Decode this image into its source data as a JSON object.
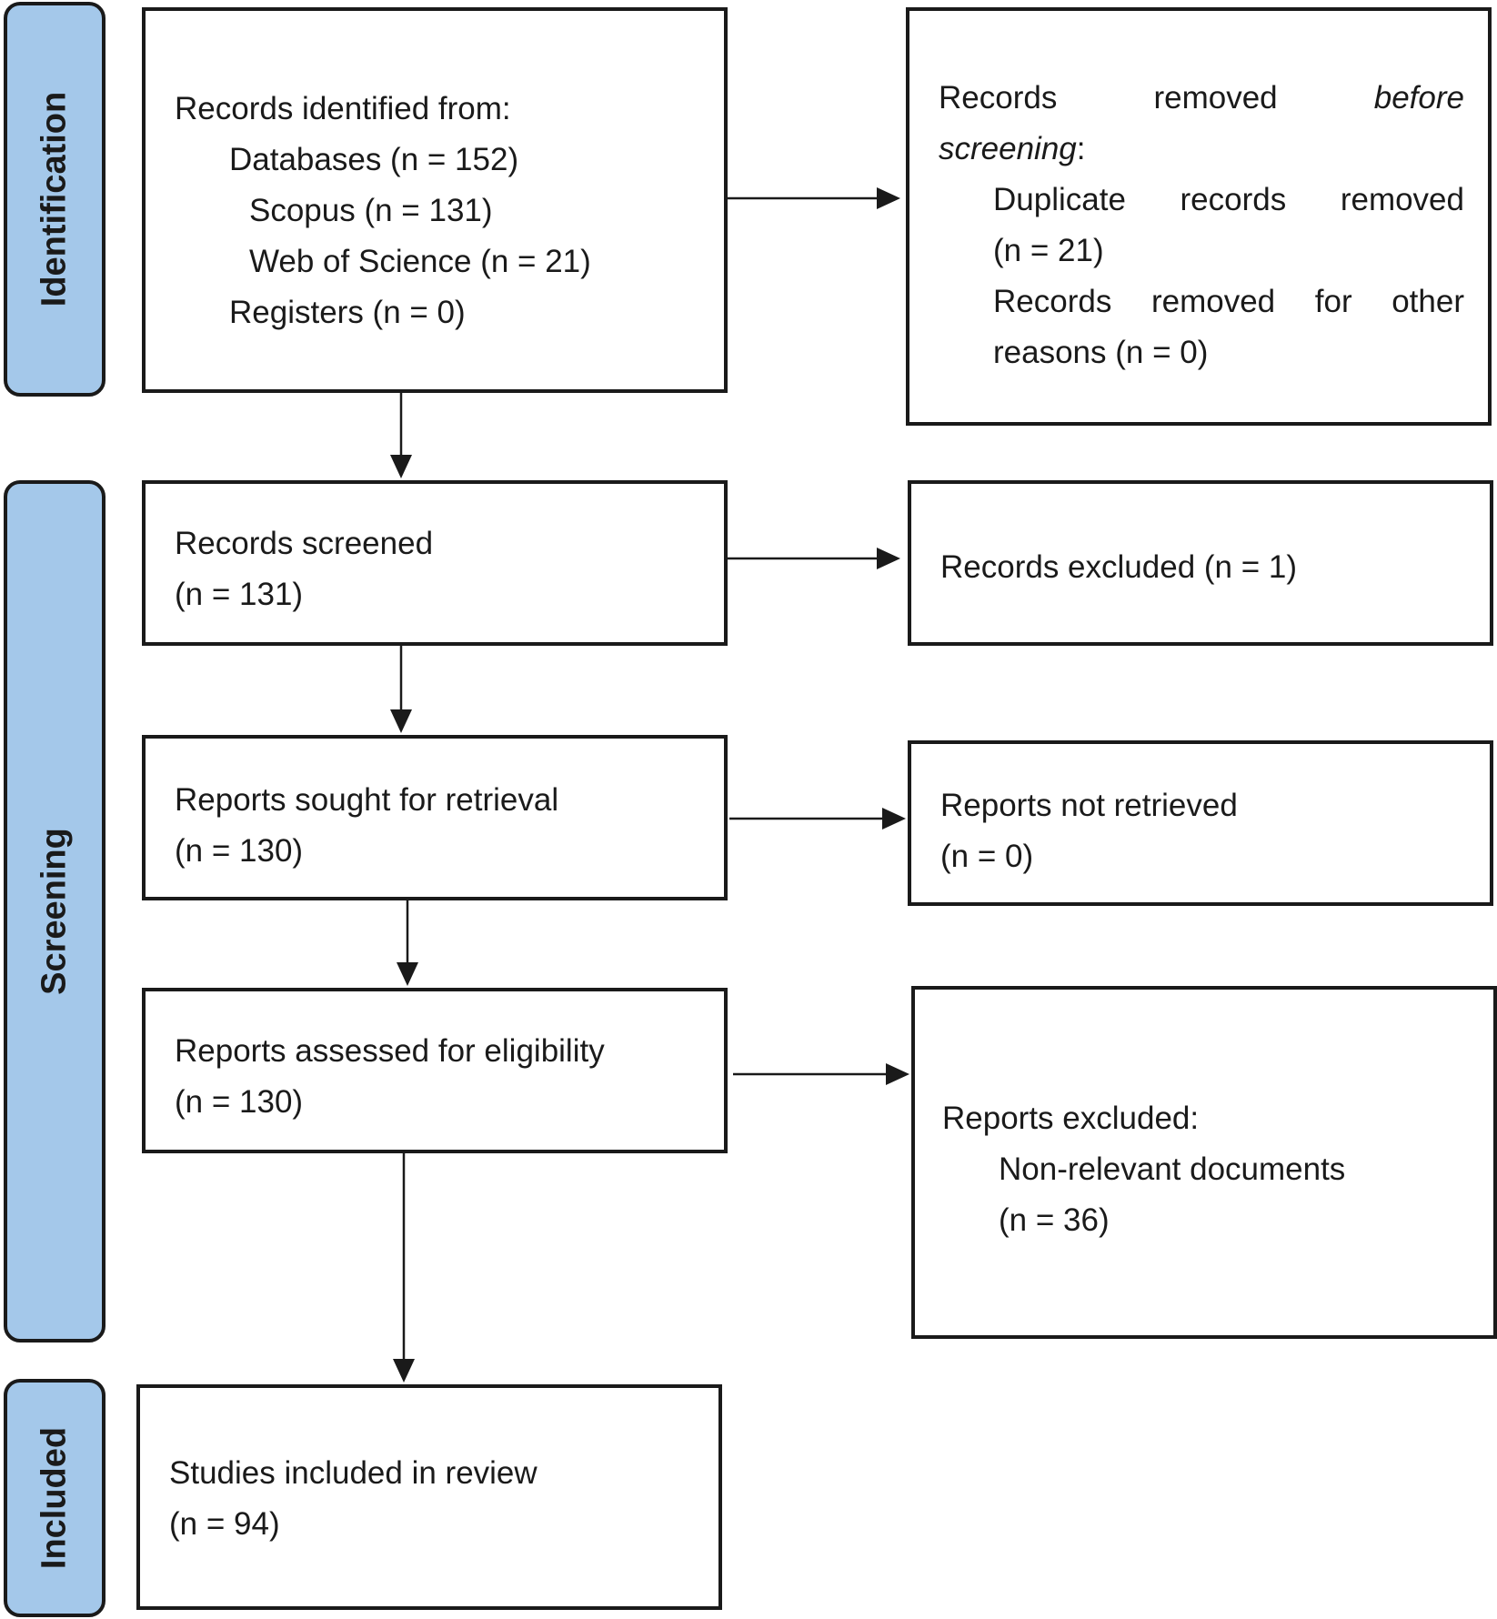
{
  "phases": {
    "identification": "Identification",
    "screening": "Screening",
    "included": "Included"
  },
  "identified": {
    "heading": "Records identified from:",
    "databases": "Databases (n = 152)",
    "scopus": "Scopus (n = 131)",
    "wos": "Web of Science (n = 21)",
    "registers": "Registers (n = 0)"
  },
  "removed": {
    "heading_word1": "Records",
    "heading_word2": "removed",
    "heading_word3": "before",
    "heading_line2": "screening",
    "heading_colon": ":",
    "duplicates_line1": "Duplicate records removed",
    "duplicates_line2": "(n = 21)",
    "other_line1": "Records removed for other",
    "other_line2": "reasons (n = 0)"
  },
  "screened": {
    "line1": "Records screened",
    "line2": "(n = 131)"
  },
  "excluded": {
    "line1": "Records excluded (n = 1)"
  },
  "sought": {
    "line1": "Reports sought for retrieval",
    "line2": "(n = 130)"
  },
  "not_retrieved": {
    "line1": "Reports not retrieved",
    "line2": "(n = 0)"
  },
  "assessed": {
    "line1": "Reports assessed for eligibility",
    "line2": "(n = 130)"
  },
  "reports_excluded": {
    "heading": "Reports excluded:",
    "reason": "Non-relevant documents",
    "count": "(n = 36)"
  },
  "included_box": {
    "line1": "Studies included in review",
    "line2": "(n = 94)"
  }
}
